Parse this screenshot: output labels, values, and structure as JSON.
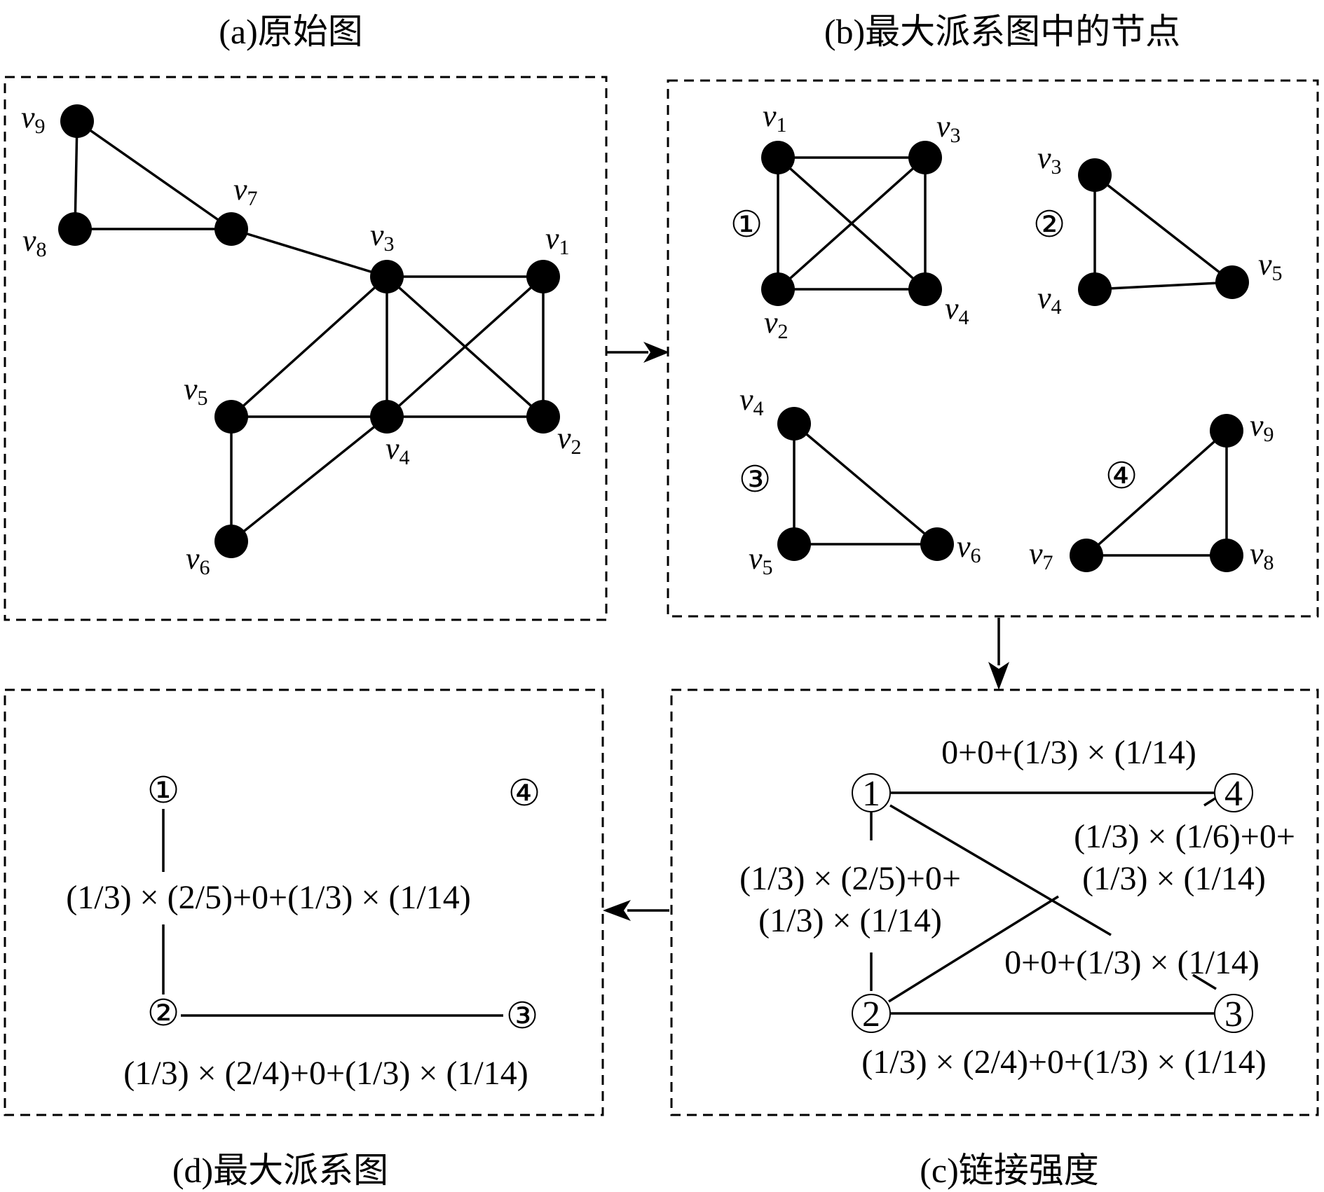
{
  "captions": {
    "a": "(a)原始图",
    "b": "(b)最大派系图中的节点",
    "c": "(c)链接强度",
    "d": "(d)最大派系图"
  },
  "vertex_letter": "v",
  "panel_a": {
    "nodes": [
      {
        "id": "v9",
        "sub": "9"
      },
      {
        "id": "v8",
        "sub": "8"
      },
      {
        "id": "v7",
        "sub": "7"
      },
      {
        "id": "v3",
        "sub": "3"
      },
      {
        "id": "v1",
        "sub": "1"
      },
      {
        "id": "v5",
        "sub": "5"
      },
      {
        "id": "v4",
        "sub": "4"
      },
      {
        "id": "v2",
        "sub": "2"
      },
      {
        "id": "v6",
        "sub": "6"
      }
    ]
  },
  "panel_b": {
    "cliques": [
      {
        "marker": "①",
        "nodes": [
          "1",
          "3",
          "2",
          "4"
        ]
      },
      {
        "marker": "②",
        "nodes": [
          "3",
          "4",
          "5"
        ]
      },
      {
        "marker": "③",
        "nodes": [
          "4",
          "5",
          "6"
        ]
      },
      {
        "marker": "④",
        "nodes": [
          "9",
          "7",
          "8"
        ]
      }
    ]
  },
  "panel_c": {
    "markers": [
      "1",
      "4",
      "2",
      "3"
    ],
    "formulas": {
      "edge_1_4": "0+0+(1/3) × (1/14)",
      "edge_2_4_line1": "(1/3) × (1/6)+0+",
      "edge_2_4_line2": "(1/3) × (1/14)",
      "edge_1_2_line1": "(1/3) × (2/5)+0+",
      "edge_1_2_line2": "(1/3) × (1/14)",
      "edge_1_3": "0+0+(1/3) × (1/14)",
      "edge_2_3": "(1/3) × (2/4)+0+(1/3) × (1/14)"
    }
  },
  "panel_d": {
    "markers": [
      "①",
      "④",
      "②",
      "③"
    ],
    "formulas": {
      "edge_1_2": "(1/3) × (2/5)+0+(1/3) × (1/14)",
      "edge_2_3": "(1/3) × (2/4)+0+(1/3) × (1/14)"
    }
  }
}
